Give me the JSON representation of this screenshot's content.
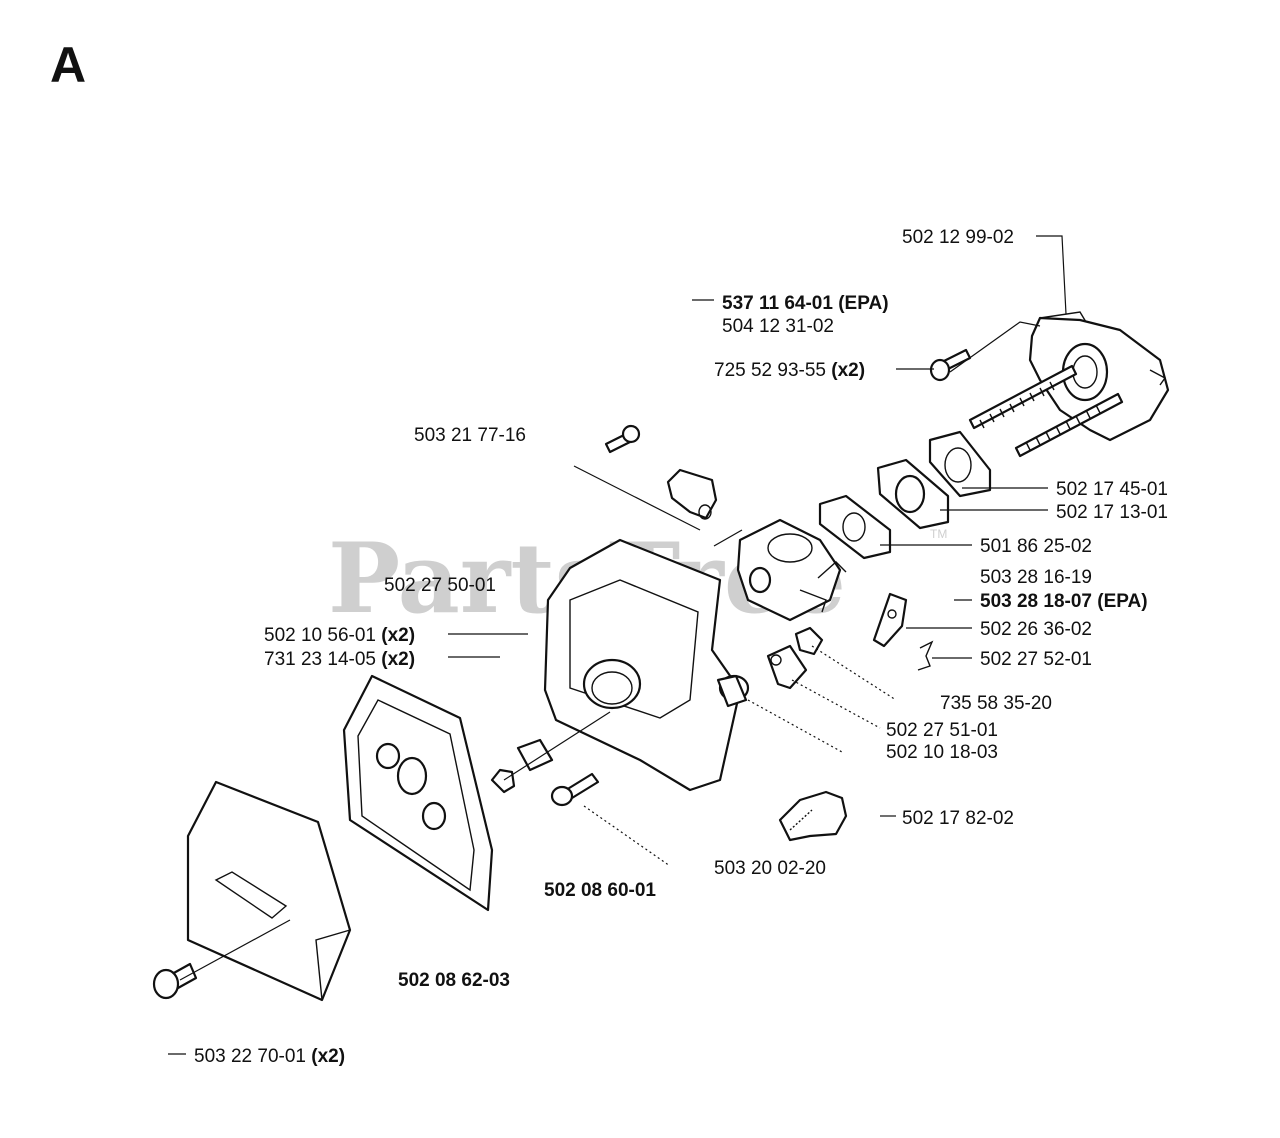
{
  "section_letter": "A",
  "watermark": "PartsTree",
  "watermark_tm": "TM",
  "labels": {
    "p1": {
      "num": "502 12 99-02"
    },
    "p2": {
      "num": "537 11 64-01",
      "suffix": "(EPA)"
    },
    "p3": {
      "num": "504 12 31-02"
    },
    "p4": {
      "num": "725 52 93-55",
      "suffix": "(x2)"
    },
    "p5": {
      "num": "503 21 77-16"
    },
    "p6": {
      "num": "502 17 45-01"
    },
    "p7": {
      "num": "502 17 13-01"
    },
    "p8": {
      "num": "501 86 25-02"
    },
    "p9": {
      "num": "503 28 16-19"
    },
    "p10": {
      "num": "503 28 18-07",
      "suffix": "(EPA)"
    },
    "p11": {
      "num": "502 27 50-01"
    },
    "p12": {
      "num": "502 10 56-01",
      "suffix": "(x2)"
    },
    "p13": {
      "num": "731 23 14-05",
      "suffix": "(x2)"
    },
    "p14": {
      "num": "502 26 36-02"
    },
    "p15": {
      "num": "502 27 52-01"
    },
    "p16": {
      "num": "735 58 35-20"
    },
    "p17": {
      "num": "502 27 51-01"
    },
    "p18": {
      "num": "502 10 18-03"
    },
    "p19": {
      "num": "502 17 82-02"
    },
    "p20": {
      "num": "503 20 02-20"
    },
    "p21": {
      "num": "502 08 60-01"
    },
    "p22": {
      "num": "502 08 62-03"
    },
    "p23": {
      "num": "503 22 70-01",
      "suffix": "(x2)"
    }
  }
}
